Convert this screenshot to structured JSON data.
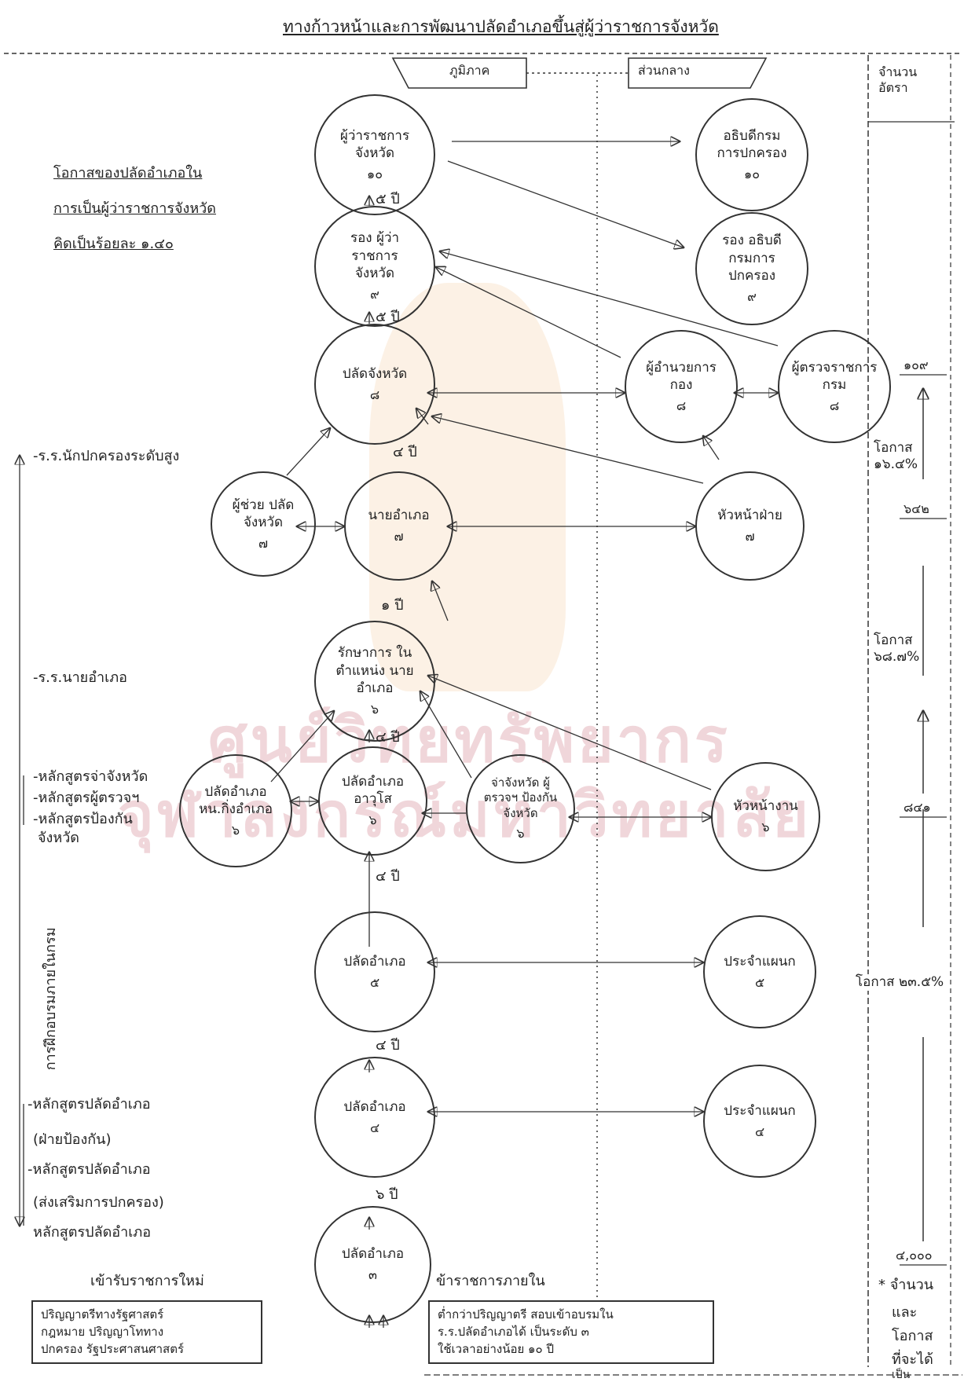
{
  "title": "ทางก้าวหน้าและการพัฒนาปลัดอำเภอขึ้นสู่ผู้ว่าราชการจังหวัด",
  "header": {
    "region": "ภูมิภาค",
    "central": "ส่วนกลาง",
    "quota": "จำนวน อัตรา"
  },
  "chance_note": [
    "โอกาสของปลัดอำเภอใน",
    "การเป็นผู้ว่าราชการจังหวัด",
    "คิดเป็นร้อยละ ๑.๔๐"
  ],
  "nodes": {
    "governor": {
      "label": "ผู้ว่าราชการ จังหวัด",
      "level": "๑๐"
    },
    "director_general": {
      "label": "อธิบดีกรม การปกครอง",
      "level": "๑๐"
    },
    "vice_governor": {
      "label": "รอง ผู้ว่าราชการ จังหวัด",
      "level": "๙"
    },
    "deputy_director_general": {
      "label": "รอง อธิบดีกรมการ ปกครอง",
      "level": "๙"
    },
    "provincial_clerk": {
      "label": "ปลัดจังหวัด",
      "level": "๘"
    },
    "division_director": {
      "label": "ผู้อำนวยการ กอง",
      "level": "๘"
    },
    "dept_inspector": {
      "label": "ผู้ตรวจราชการ กรม",
      "level": "๘"
    },
    "asst_provincial_clerk": {
      "label": "ผู้ช่วย ปลัดจังหวัด",
      "level": "๗"
    },
    "district_chief": {
      "label": "นายอำเภอ",
      "level": "๗"
    },
    "section_head": {
      "label": "หัวหน้าฝ่าย",
      "level": "๗"
    },
    "acting_district_chief": {
      "label": "รักษาการ ในตำแหน่ง นายอำเภอ",
      "level": "๖"
    },
    "minor_district_clerk": {
      "label": "ปลัดอำเภอ หน.กิ่งอำเภอ",
      "level": "๖"
    },
    "senior_district_clerk": {
      "label": "ปลัดอำเภอ อาวุโส",
      "level": "๖"
    },
    "provincial_officer": {
      "label": "จ่าจังหวัด ผู้ตรวจฯ ป้องกันจังหวัด",
      "level": "๖"
    },
    "work_head": {
      "label": "หัวหน้างาน",
      "level": "๖"
    },
    "district_clerk_5": {
      "label": "ปลัดอำเภอ",
      "level": "๕"
    },
    "section_officer_5": {
      "label": "ประจำแผนก",
      "level": "๕"
    },
    "district_clerk_4": {
      "label": "ปลัดอำเภอ",
      "level": "๔"
    },
    "section_officer_4": {
      "label": "ประจำแผนก",
      "level": "๔"
    },
    "district_clerk_3": {
      "label": "ปลัดอำเภอ",
      "level": "๓"
    }
  },
  "year_gaps": [
    "๕ ปี",
    "๕ ปี",
    "๔ ปี",
    "๑ ปี",
    "๔ ปี",
    "๔ ปี",
    "๔ ปี",
    "๖ ปี"
  ],
  "training": {
    "title": "การฝึกอบรมภายในกรม",
    "items_top": [
      "-ร.ร.นักปกครองระดับสูง",
      "-ร.ร.นายอำเภอ"
    ],
    "items_mid": [
      "-หลักสูตรจ่าจังหวัด",
      "-หลักสูตรผู้ตรวจฯ",
      "-หลักสูตรป้องกัน",
      "จังหวัด"
    ],
    "items_low": [
      "-หลักสูตรปลัดอำเภอ",
      "(ฝ่ายป้องกัน)",
      "-หลักสูตรปลัดอำเภอ",
      "(ส่งเสริมการปกครอง)",
      "หลักสูตรปลัดอำเภอ"
    ]
  },
  "entry": {
    "new_title": "เข้ารับราชการใหม่",
    "new_box": [
      "ปริญญาตรีทางรัฐศาสตร์",
      "กฎหมาย ปริญญาโททาง",
      "ปกครอง รัฐประศาสนศาสตร์"
    ],
    "internal_title": "ข้าราชการภายใน",
    "internal_box": [
      "ต่ำกว่าปริญญาตรี สอบเข้าอบรมใน",
      "ร.ร.ปลัดอำเภอได้ เป็นระดับ ๓",
      "ใช้เวลาอย่างน้อย ๑๐ ปี"
    ]
  },
  "quota": {
    "values": [
      "๑๐๙",
      "๖๔๒",
      "๘๔๑",
      "๔,๐๐๐"
    ],
    "chances": [
      "โอกาส ๑๖.๔%",
      "โอกาส ๖๘.๗%",
      "โอกาส ๒๓.๕%"
    ],
    "note": [
      "* จำนวน",
      "และ",
      "โอกาส",
      "ที่จะได้",
      "เป็น"
    ]
  },
  "watermark": {
    "line1": "ศูนย์วิทยทรัพยากร",
    "line2": "จุฬาลงกรณ์มหาวิทยาลัย",
    "color": "#f0d6da"
  }
}
